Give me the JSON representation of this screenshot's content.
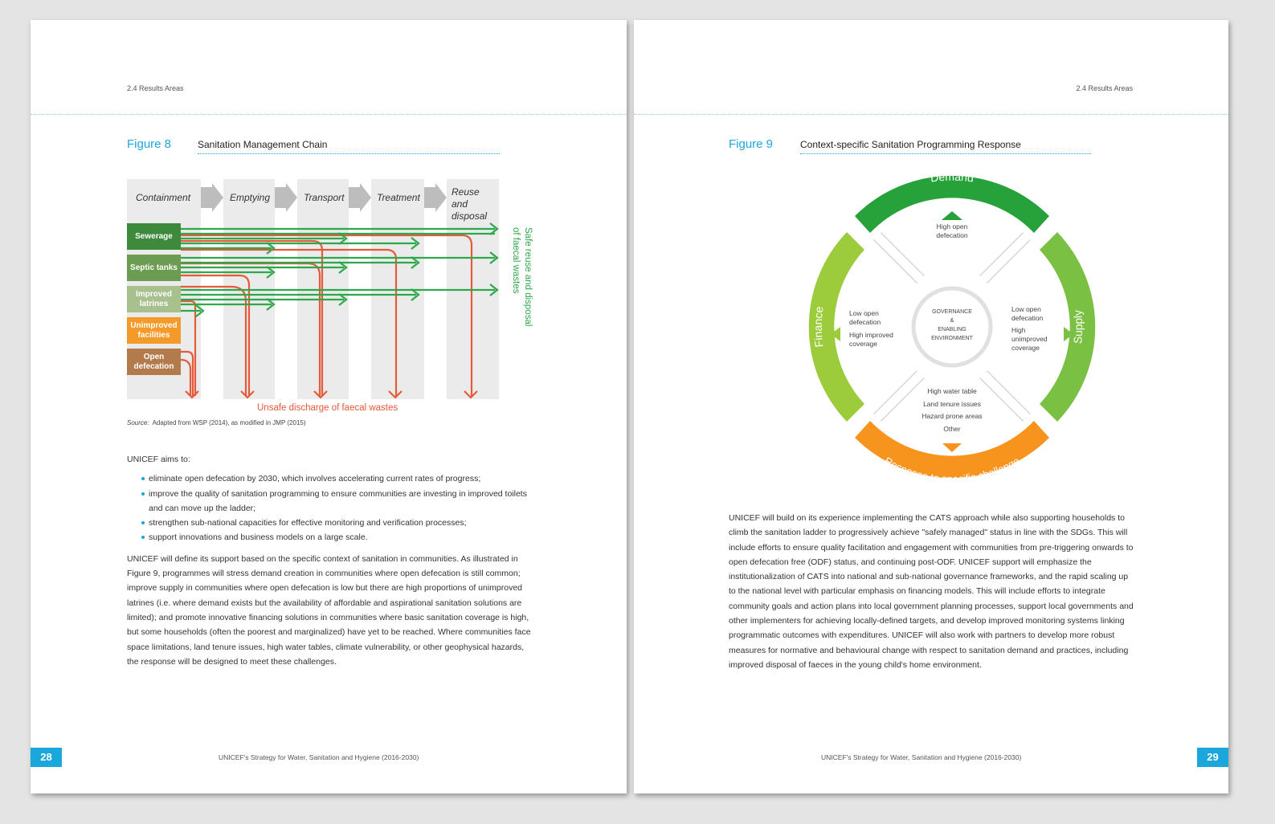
{
  "left_page": {
    "running_head": "2.4  Results Areas",
    "figure_number": "Figure 8",
    "figure_title": "Sanitation Management Chain",
    "stages": [
      "Containment",
      "Emptying",
      "Transport",
      "Treatment",
      "Reuse and disposal"
    ],
    "rows": [
      {
        "label": "Sewerage",
        "color": "#3d8a3d"
      },
      {
        "label": "Septic tanks",
        "color": "#6b9c52"
      },
      {
        "label": "Improved latrines",
        "color": "#a8c08e"
      },
      {
        "label": "Unimproved facilities",
        "color": "#f39a29"
      },
      {
        "label": "Open defecation",
        "color": "#b37b4c"
      }
    ],
    "safe_label": "Safe reuse and disposal of faecal wastes",
    "unsafe_label": "Unsafe discharge of faecal wastes",
    "safe_color": "#2da84a",
    "unsafe_color": "#e55a3b",
    "source_prefix": "Source:",
    "source_text": "Adapted from WSP (2014), as modified in JMP (2015)",
    "intro": "UNICEF aims to:",
    "bullets": [
      "eliminate open defecation by 2030, which involves accelerating current rates of progress;",
      "improve the quality of sanitation programming to ensure communities are investing in improved toilets and can move up the ladder;",
      "strengthen sub-national capacities for effective monitoring and verification processes;",
      "support innovations and business models on a large scale."
    ],
    "paragraph": "UNICEF will define its support based on the specific context of sanitation in communities. As illustrated in Figure 9, programmes will stress demand creation in communities where open defecation is still common; improve supply in communities where open defecation is low but there are high proportions of unimproved latrines (i.e. where demand exists but the availability of affordable and aspirational sanitation solutions are limited); and promote innovative financing solutions in communities where basic sanitation coverage is high, but some households (often the poorest and marginalized) have yet to be reached. Where communities face space limitations, land tenure issues, high water tables, climate vulnerability, or other geophysical hazards, the response will be designed to meet these challenges.",
    "page_number": "28",
    "footer": "UNICEF's Strategy for Water, Sanitation and Hygiene (2016-2030)"
  },
  "right_page": {
    "running_head": "2.4  Results Areas",
    "figure_number": "Figure 9",
    "figure_title": "Context-specific Sanitation Programming Response",
    "wheel": {
      "demand": "Demand",
      "supply": "Supply",
      "finance": "Finance",
      "response": "Response to specific challenge",
      "center_lines": [
        "GOVERNANCE",
        "&",
        "ENABLING",
        "ENVIRONMENT"
      ],
      "top_note": [
        "High open",
        "defecation"
      ],
      "left_note": [
        "Low open",
        "defecation",
        "",
        "High improved",
        "coverage"
      ],
      "right_note": [
        "Low open",
        "defecation",
        "High",
        "unimproved",
        "coverage"
      ],
      "bottom_note": [
        "High water table",
        "Land tenure issues",
        "Hazard prone areas",
        "Other"
      ],
      "colors": {
        "demand": "#27a13a",
        "supply": "#7ac143",
        "finance": "#9ccb3b",
        "response": "#f7941d"
      }
    },
    "paragraph": "UNICEF will build on its experience implementing the CATS approach while also supporting households to climb the sanitation ladder to progressively achieve \"safely managed\" status in line with the SDGs. This will include efforts to ensure quality facilitation and engagement with communities from pre-triggering onwards to open defecation free (ODF) status, and continuing post-ODF. UNICEF support will emphasize the institutionalization of CATS into national and sub-national governance frameworks, and the rapid scaling up to the national level with particular emphasis on financing models. This will include efforts to integrate community goals and action plans into local government planning processes, support local governments and other implementers for achieving locally-defined targets, and develop improved monitoring systems linking programmatic outcomes with expenditures. UNICEF will also work with partners to develop more robust measures for normative and behavioural change with respect to sanitation demand and practices, including improved disposal of faeces in the young child's home environment.",
    "page_number": "29",
    "footer": "UNICEF's Strategy for Water, Sanitation and Hygiene (2016-2030)"
  }
}
